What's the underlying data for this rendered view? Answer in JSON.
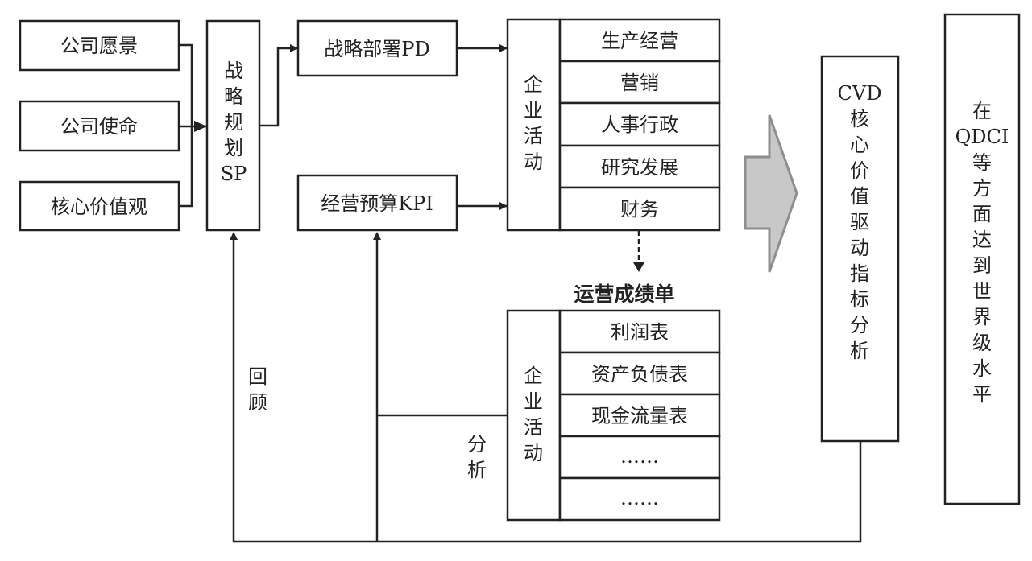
{
  "inputs": {
    "vision": "公司愿景",
    "mission": "公司使命",
    "values": "核心价值观"
  },
  "strategic_planning": {
    "chars": [
      "战",
      "略",
      "规",
      "划",
      "SP"
    ]
  },
  "strategy_deployment": "战略部署PD",
  "operating_budget": "经营预算KPI",
  "business_activities_top": {
    "label_chars": [
      "企",
      "业",
      "活",
      "动"
    ],
    "rows": [
      "生产经营",
      "营销",
      "人事行政",
      "研究发展",
      "财务"
    ]
  },
  "report_title": "运营成绩单",
  "business_activities_bottom": {
    "label_chars": [
      "企",
      "业",
      "活",
      "动"
    ],
    "rows": [
      "利润表",
      "资产负债表",
      "现金流量表",
      "……",
      "……"
    ]
  },
  "feedback_labels": {
    "review": [
      "回",
      "顾"
    ],
    "analysis": [
      "分",
      "析"
    ]
  },
  "cvd_box": {
    "lines": [
      "CVD",
      "核",
      "心",
      "价",
      "值",
      "驱",
      "动",
      "指",
      "标",
      "分",
      "析"
    ]
  },
  "goal_box": {
    "lines": [
      "在",
      "QDCI",
      "等",
      "方",
      "面",
      "达",
      "到",
      "世",
      "界",
      "级",
      "水",
      "平"
    ]
  },
  "colors": {
    "line": "#222222",
    "big_arrow_fill": "#c8c8c8",
    "big_arrow_stroke": "#8e8e8e"
  }
}
